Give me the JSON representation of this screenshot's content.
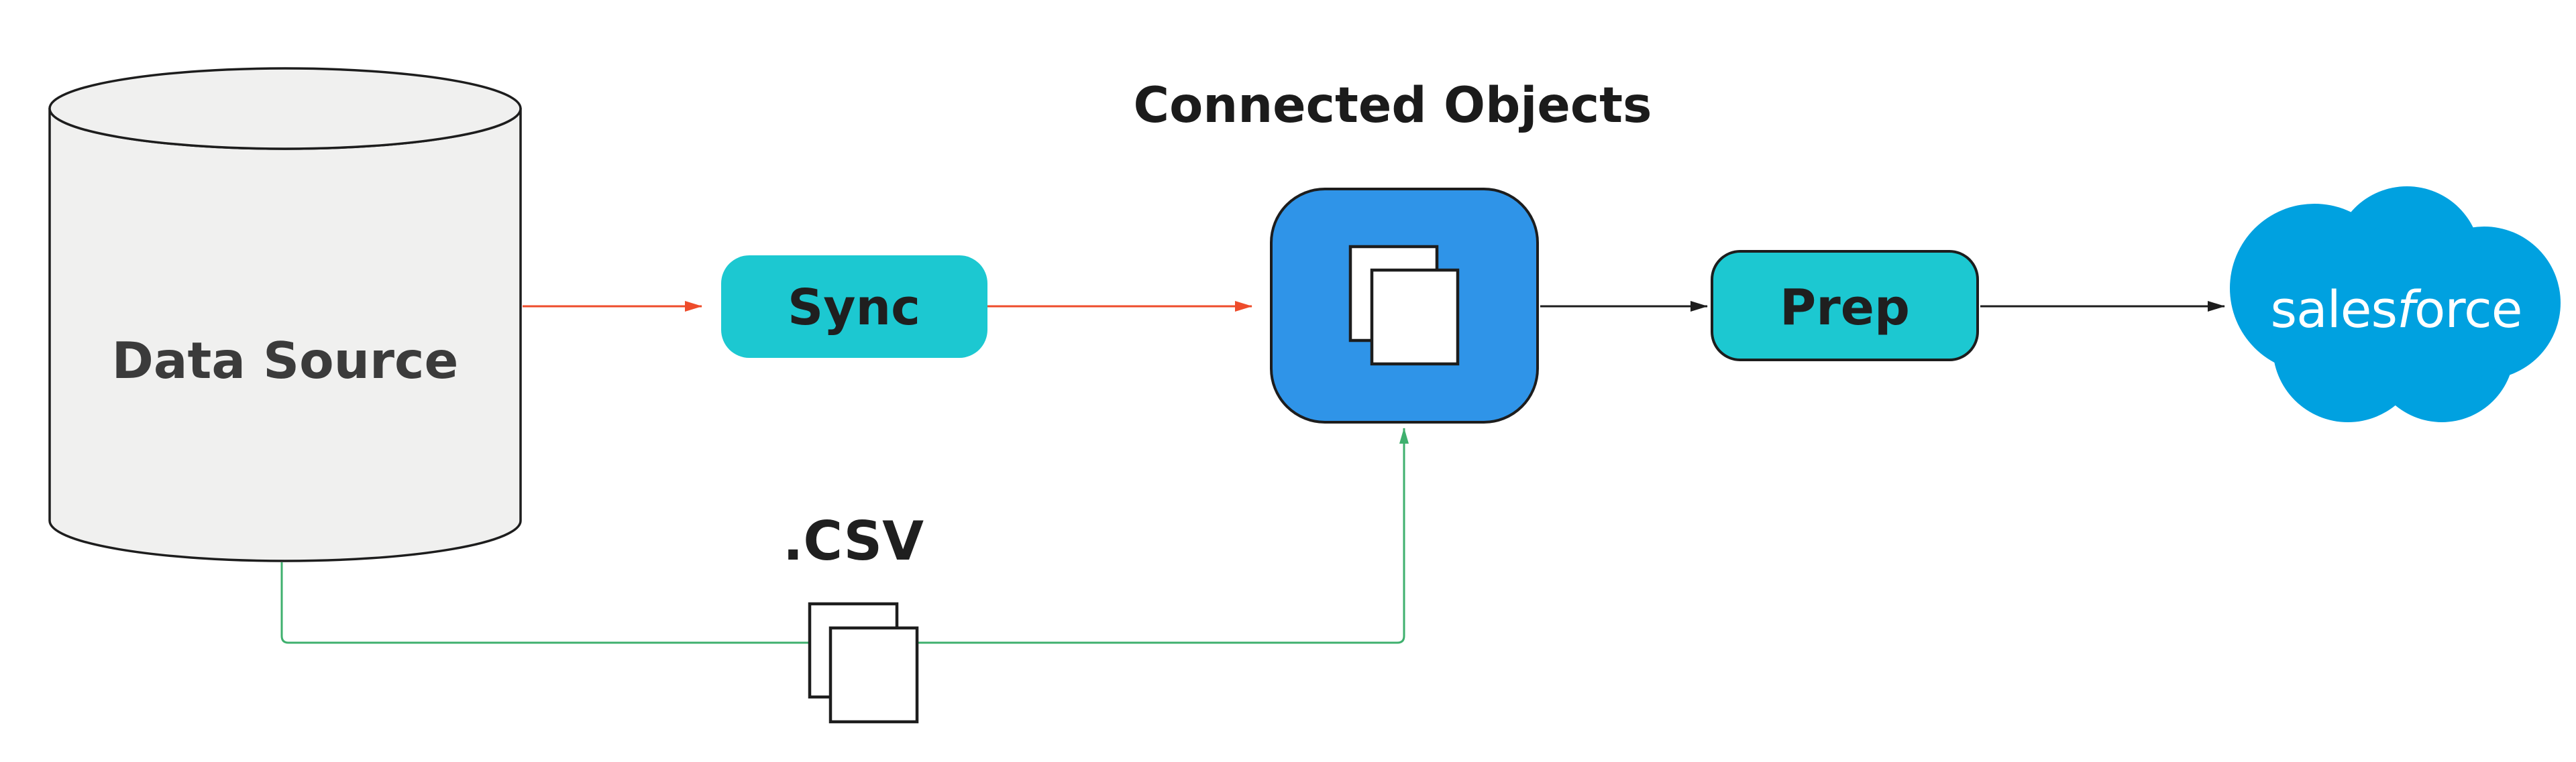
{
  "diagram": {
    "title": "Connected Objects",
    "title_color": "#1b1b1b",
    "background": "#ffffff",
    "nodes": {
      "data_source": {
        "label": "Data Source",
        "shape": "database-cylinder",
        "fill": "#f0f0ef",
        "border": "#1d1d1d",
        "text_color": "#3b3b3b"
      },
      "sync": {
        "label": "Sync",
        "fill": "#1cc8d1",
        "text_color": "#1f1f1f"
      },
      "connected_objects": {
        "icon": "copy-documents-icon",
        "fill": "#2f94e8",
        "border": "#1d1d1d",
        "doc_fill": "#ffffff"
      },
      "prep": {
        "label": "Prep",
        "fill": "#1cc8d1",
        "border": "#1d1d1d",
        "text_color": "#1f1f1f"
      },
      "salesforce": {
        "brand_prefix": "sales",
        "brand_italic_letter": "f",
        "brand_suffix": "orce",
        "fill": "#00a1e0",
        "text_color": "#ffffff"
      },
      "csv": {
        "label": ".CSV",
        "icon": "copy-documents-icon",
        "text_color": "#1f1f1f",
        "doc_fill": "#ffffff",
        "doc_border": "#1d1d1d"
      }
    },
    "connectors": {
      "red": "#ee4c2b",
      "black": "#1d1d1d",
      "green": "#3fb06e"
    }
  }
}
